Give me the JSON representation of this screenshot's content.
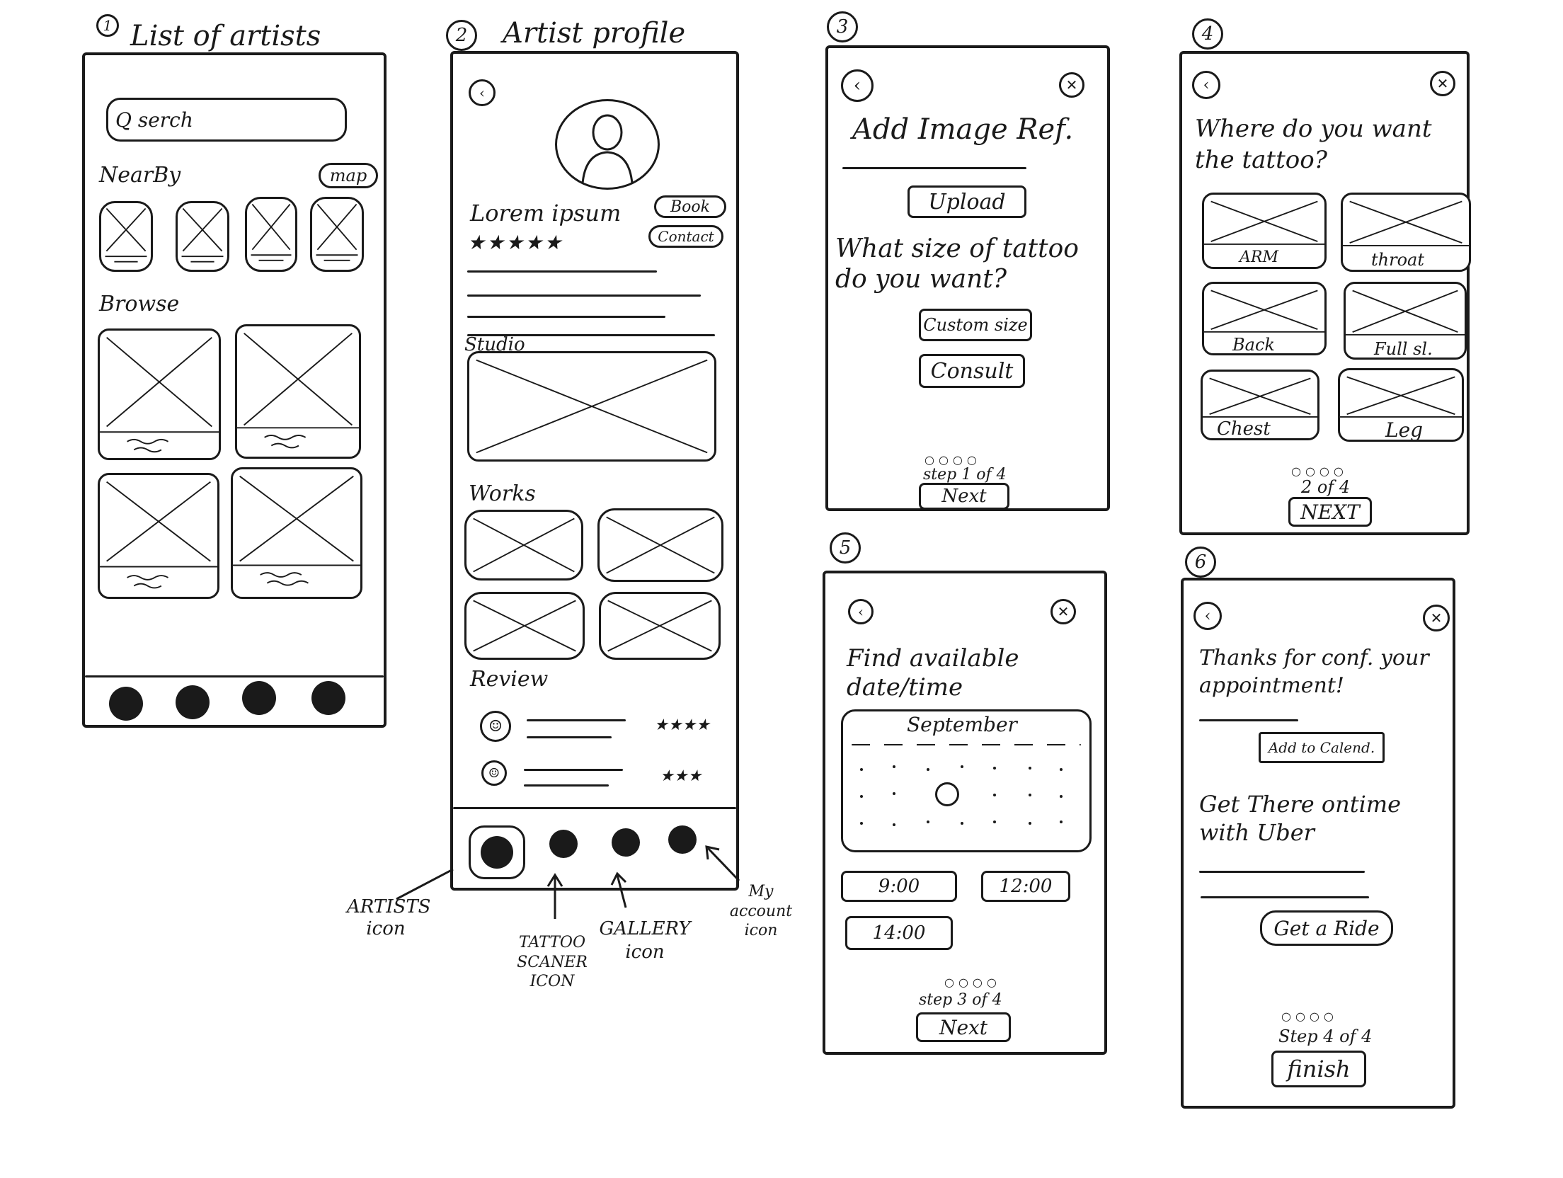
{
  "screen1": {
    "num": "1",
    "title": "List of artists",
    "search": "Q serch",
    "nearby": "NearBy",
    "map": "map",
    "browse": "Browse"
  },
  "screen2": {
    "num": "2",
    "title": "Artist profile",
    "name": "Lorem ipsum",
    "stars": "★★★★★",
    "book": "Book",
    "contact": "Contact",
    "studio": "Studio",
    "works": "Works",
    "review": "Review",
    "review1_stars": "★★★★",
    "review2_stars": "★★★"
  },
  "annotations": {
    "artists": "ARTISTS icon",
    "tattoo": "TATTOO SCANER ICON",
    "gallery": "GALLERY icon",
    "account": "My account icon"
  },
  "screen3": {
    "num": "3",
    "heading": "Add Image Ref.",
    "upload": "Upload",
    "question": "What size of tattoo do you want?",
    "custom": "Custom size",
    "consult": "Consult",
    "step_dots": "○○○○",
    "step": "step 1 of 4",
    "next": "Next"
  },
  "screen4": {
    "num": "4",
    "question": "Where do you want the tattoo?",
    "arm": "ARM",
    "throat": "throat",
    "back": "Back",
    "full": "Full sl.",
    "chest": "Chest",
    "leg": "Leg",
    "step_dots": "○○○○",
    "step": "2 of 4",
    "next": "NEXT"
  },
  "screen5": {
    "num": "5",
    "question": "Find available date/time",
    "month": "September",
    "t1": "9:00",
    "t2": "12:00",
    "t3": "14:00",
    "step_dots": "○○○○",
    "step": "step 3 of 4",
    "next": "Next"
  },
  "screen6": {
    "num": "6",
    "thanks": "Thanks for conf. your appointment!",
    "calendar": "Add to Calend.",
    "uber": "Get There ontime with Uber",
    "ride": "Get a Ride",
    "step_dots": "○○○○",
    "step": "Step 4 of 4",
    "finish": "finish"
  }
}
